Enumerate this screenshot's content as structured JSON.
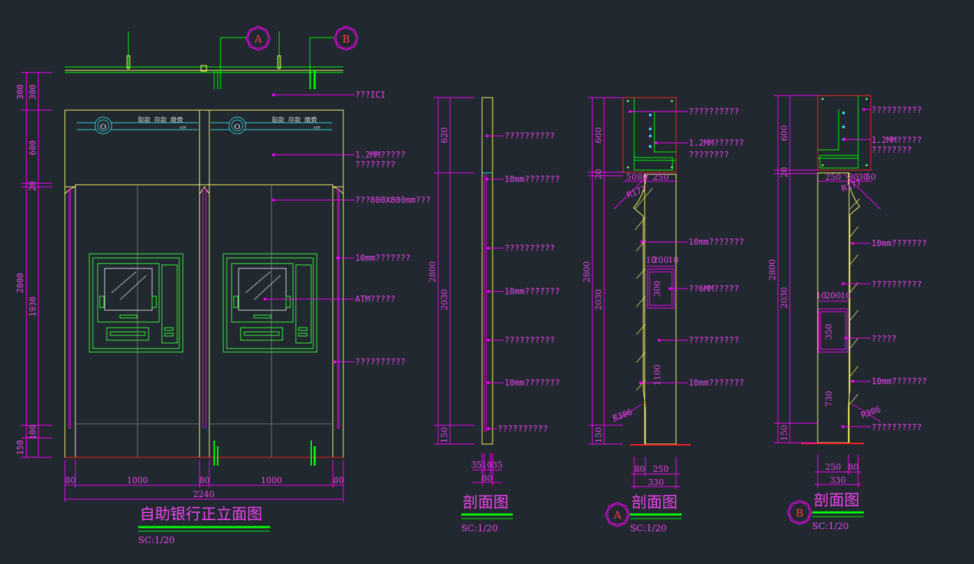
{
  "colors": {
    "background": "#212830",
    "magenta": "#ff00ff",
    "yellow": "#ffff66",
    "green": "#00ff00",
    "red": "#ff2222",
    "cyan": "#33dddd",
    "white": "#d8d8d8",
    "label": "#ee44ee"
  },
  "callouts": {
    "a": "A",
    "b": "B"
  },
  "elevation": {
    "sign_text": "取款 存款 缴费",
    "sign_sub": "ATM",
    "annotations": [
      "???ICI",
      "1.2MM?????",
      "????????",
      "???800X800mm???",
      "10mm???????",
      "ATM?????",
      "??????????"
    ],
    "dims_left": [
      "300",
      "300",
      "600",
      "20",
      "2800",
      "1930",
      "150",
      "100"
    ],
    "dims_bottom": [
      "80",
      "1000",
      "80",
      "1000",
      "80"
    ],
    "total_width": "2240",
    "title": "自助银行正立面图",
    "scale": "SC:1/20"
  },
  "section1": {
    "annotations": [
      "??????????",
      "10mm???????",
      "??????????",
      "10mm???????",
      "??????????",
      "10mm???????",
      "??????????"
    ],
    "dims_left": [
      "620",
      "2800",
      "2030",
      "150"
    ],
    "dims_bottom": [
      "35",
      "10",
      "35",
      "80"
    ],
    "title": "剖面图",
    "scale": "SC:1/20"
  },
  "section_a": {
    "annotations": [
      "??????????",
      "1.2MM??????",
      "????????",
      "10mm???????",
      "??6MM?????",
      "??????????",
      "10mm???????"
    ],
    "dims_left": [
      "600",
      "20",
      "2800",
      "2030",
      "150"
    ],
    "dims_top": [
      "50",
      "80",
      "250"
    ],
    "radius_top": "R177",
    "radius_bottom": "R306",
    "window_dims": [
      "10",
      "200",
      "10"
    ],
    "window_height": "300",
    "lower_dim": "1100",
    "dims_bottom": [
      "80",
      "250",
      "330"
    ],
    "title": "剖面图",
    "scale": "SC:1/20"
  },
  "section_b": {
    "annotations": [
      "??????????",
      "1.2MM?????",
      "????????",
      "10mm???????",
      "??????????",
      "?????",
      "10mm???????",
      "??????????"
    ],
    "dims_left": [
      "600",
      "20",
      "2800",
      "2030",
      "150"
    ],
    "dims_top": [
      "250",
      "80",
      "30",
      "50"
    ],
    "radius_top": "R177",
    "radius_bottom": "R306",
    "window_dims": [
      "10",
      "200",
      "10"
    ],
    "window_height": "350",
    "lower_dim": "730",
    "dims_bottom": [
      "250",
      "80",
      "330"
    ],
    "title": "剖面图",
    "scale": "SC:1/20"
  }
}
